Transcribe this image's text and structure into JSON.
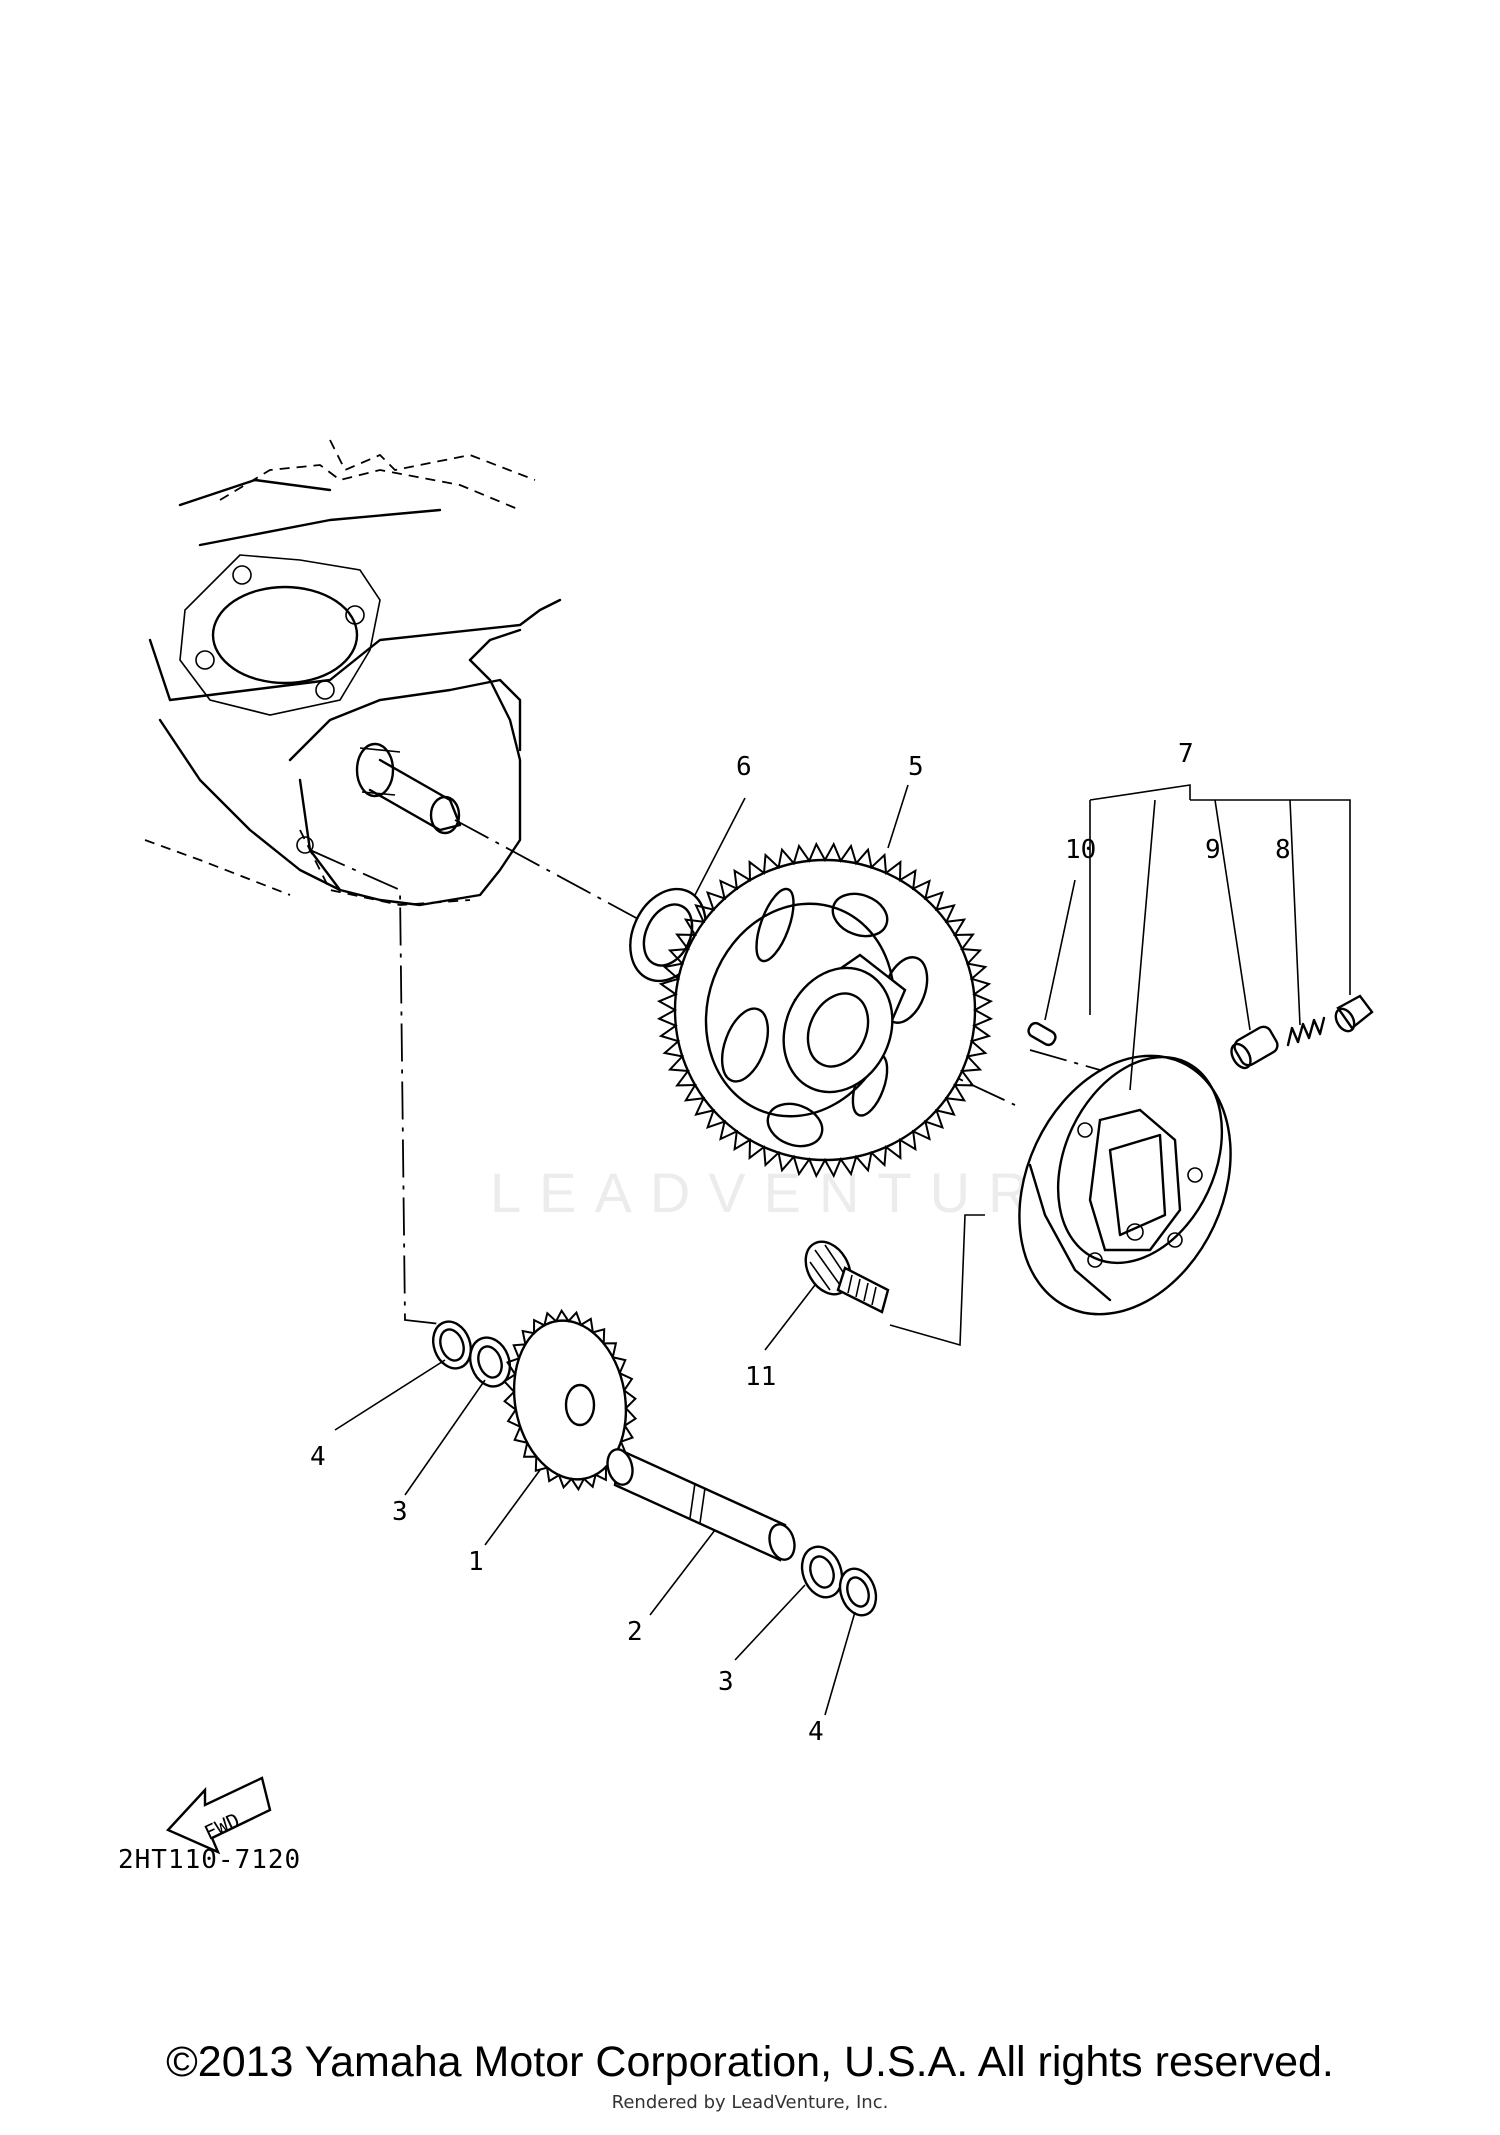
{
  "diagram": {
    "callouts": [
      "1",
      "2",
      "3",
      "4",
      "5",
      "6",
      "7",
      "8",
      "9",
      "10",
      "11"
    ],
    "diagram_code": "2HT110-7120",
    "fwd_label": "FWD",
    "watermark": "LEADVENTURE"
  },
  "footer": {
    "copyright": "©2013 Yamaha Motor Corporation, U.S.A. All rights reserved.",
    "rendered_by": "Rendered by LeadVenture, Inc."
  }
}
